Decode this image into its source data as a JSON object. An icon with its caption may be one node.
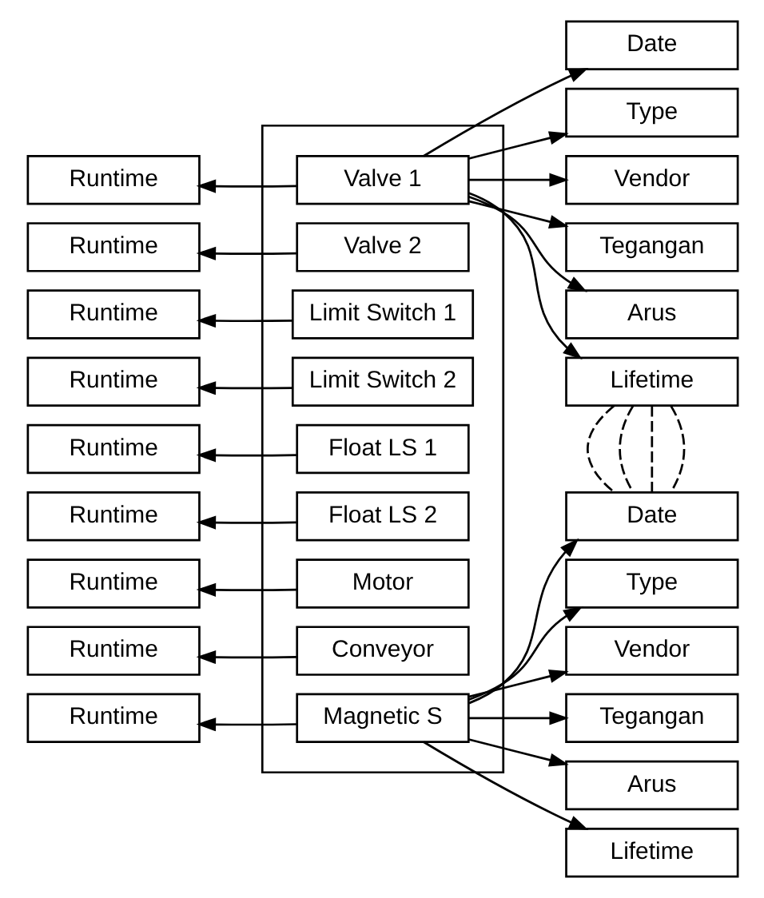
{
  "diagram": {
    "nodes": [
      {
        "text": [],
        "shape": "box"
      },
      {
        "text": [
          "Valve 1"
        ],
        "in": 0
      },
      {
        "text": [
          "Valve 2"
        ],
        "in": 0
      },
      {
        "text": [
          "Limit Switch 1"
        ],
        "in": 0
      },
      {
        "text": [
          "Limit Switch 2"
        ],
        "in": 0
      },
      {
        "text": [
          "Float LS 1"
        ],
        "in": 0
      },
      {
        "text": [
          "Float LS 2"
        ],
        "in": 0
      },
      {
        "text": [
          "Motor"
        ],
        "in": 0
      },
      {
        "text": [
          "Conveyor"
        ],
        "in": 0
      },
      {
        "text": [
          "Magnetic S"
        ],
        "in": 0
      },
      {
        "text": [
          "Runtime"
        ]
      },
      {
        "text": [
          "Runtime"
        ]
      },
      {
        "text": [
          "Runtime"
        ]
      },
      {
        "text": [
          "Runtime"
        ]
      },
      {
        "text": [
          "Runtime"
        ]
      },
      {
        "text": [
          "Runtime"
        ]
      },
      {
        "text": [
          "Runtime"
        ]
      },
      {
        "text": [
          "Runtime"
        ]
      },
      {
        "text": [
          "Runtime"
        ]
      },
      {
        "text": [
          "Date"
        ]
      },
      {
        "text": [
          "Type"
        ]
      },
      {
        "text": [
          "Vendor"
        ]
      },
      {
        "text": [
          "Tegangan"
        ]
      },
      {
        "text": [
          "Arus"
        ]
      },
      {
        "text": [
          "Lifetime"
        ]
      },
      {
        "text": [
          "Date"
        ]
      },
      {
        "text": [
          "Type"
        ]
      },
      {
        "text": [
          "Vendor"
        ]
      },
      {
        "text": [
          "Tegangan"
        ]
      },
      {
        "text": [
          "Arus"
        ]
      },
      {
        "text": [
          "Lifetime"
        ]
      }
    ],
    "edges": [
      {
        "from": 1,
        "to": 10,
        "arrow": "to"
      },
      {
        "from": 2,
        "to": 11,
        "arrow": "to"
      },
      {
        "from": 3,
        "to": 12,
        "arrow": "to"
      },
      {
        "from": 4,
        "to": 13,
        "arrow": "to"
      },
      {
        "from": 5,
        "to": 14,
        "arrow": "to"
      },
      {
        "from": 6,
        "to": 15,
        "arrow": "to"
      },
      {
        "from": 7,
        "to": 16,
        "arrow": "to"
      },
      {
        "from": 8,
        "to": 17,
        "arrow": "to"
      },
      {
        "from": 9,
        "to": 18,
        "arrow": "to"
      },
      {
        "from": 1,
        "to": 19,
        "arrow": "to"
      },
      {
        "from": 1,
        "to": 20,
        "arrow": "to"
      },
      {
        "from": 1,
        "to": 21,
        "arrow": "to"
      },
      {
        "from": 1,
        "to": 22,
        "arrow": "to"
      },
      {
        "from": 1,
        "to": 23,
        "arrow": "to"
      },
      {
        "from": 1,
        "to": 24,
        "arrow": "to"
      },
      {
        "from": 24,
        "to": 25,
        "arrow": "none",
        "style": "dashed"
      },
      {
        "from": 24,
        "to": 25,
        "arrow": "none",
        "style": "dashed"
      },
      {
        "from": 24,
        "to": 25,
        "arrow": "none",
        "style": "dashed"
      },
      {
        "from": 24,
        "to": 25,
        "arrow": "none",
        "style": "dashed"
      },
      {
        "from": 9,
        "to": 25,
        "arrow": "to"
      },
      {
        "from": 9,
        "to": 26,
        "arrow": "to"
      },
      {
        "from": 9,
        "to": 27,
        "arrow": "to"
      },
      {
        "from": 9,
        "to": 28,
        "arrow": "to"
      },
      {
        "from": 9,
        "to": 29,
        "arrow": "to"
      },
      {
        "from": 9,
        "to": 30,
        "arrow": "to"
      }
    ]
  }
}
